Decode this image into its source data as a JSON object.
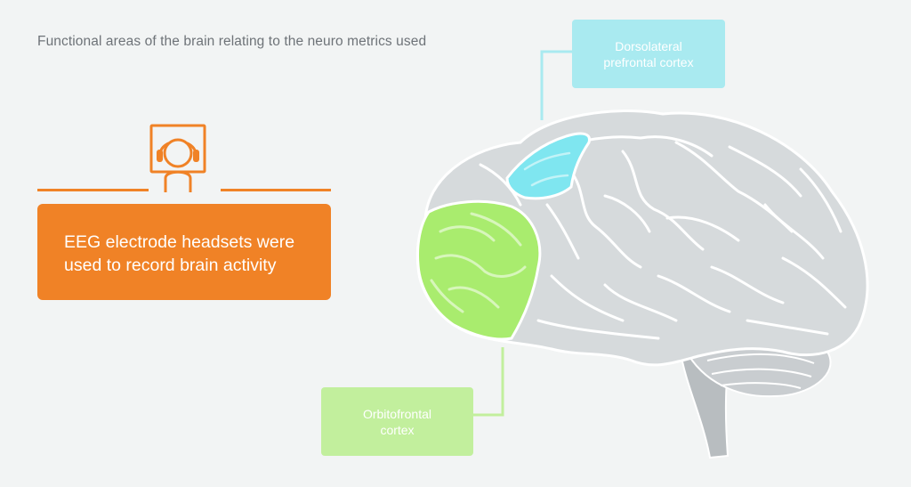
{
  "title": "Functional areas of the brain relating to the neuro metrics used",
  "eeg_box": {
    "line1": "EEG electrode headsets were",
    "line2": "used to record brain activity"
  },
  "labels": {
    "dlpfc": {
      "line1": "Dorsolateral",
      "line2": "prefrontal cortex"
    },
    "ofc": {
      "line1": "Orbitofrontal",
      "line2": "cortex"
    }
  },
  "icons": {
    "headset": "person-with-headset-icon",
    "brain": "brain-side-view"
  },
  "colors": {
    "background": "#f2f4f4",
    "accent_orange": "#f08226",
    "dlpfc_cyan": "#7fe6f0",
    "ofc_green": "#a9ec6e",
    "brain_grey": "#d6dadc",
    "title_grey": "#6e7378"
  }
}
